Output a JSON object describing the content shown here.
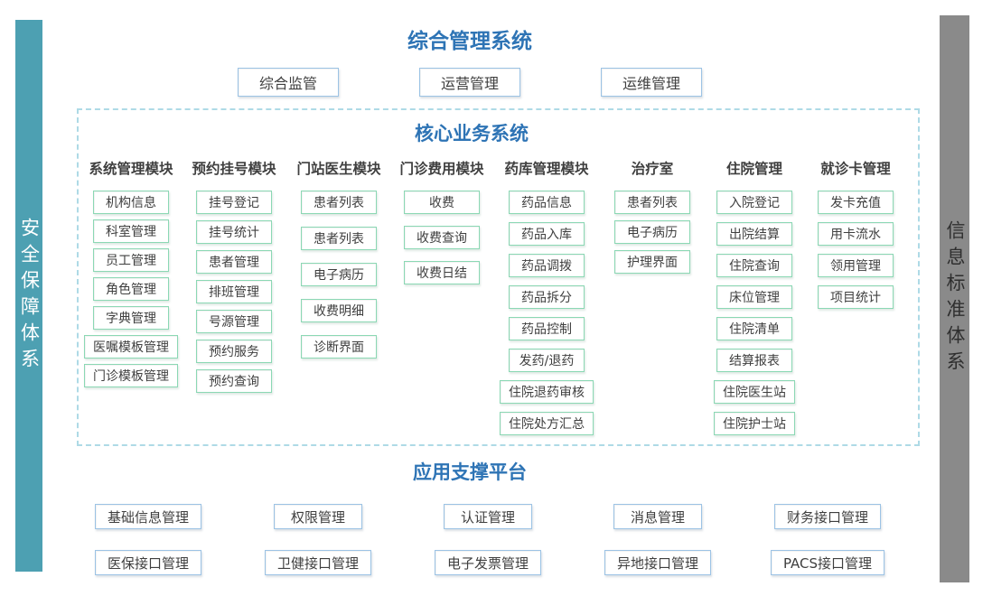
{
  "title": "综合管理系统",
  "left_bar": {
    "label": "安全保障体系"
  },
  "right_bar": {
    "label": "信息标准体系"
  },
  "top_modules": [
    "综合监管",
    "运营管理",
    "运维管理"
  ],
  "core": {
    "title": "核心业务系统",
    "columns": [
      {
        "header": "系统管理模块",
        "items": [
          "机构信息",
          "科室管理",
          "员工管理",
          "角色管理",
          "字典管理",
          "医嘱模板管理",
          "门诊模板管理"
        ]
      },
      {
        "header": "预约挂号模块",
        "items": [
          "挂号登记",
          "挂号统计",
          "患者管理",
          "排班管理",
          "号源管理",
          "预约服务",
          "预约查询"
        ]
      },
      {
        "header": "门站医生模块",
        "items": [
          "患者列表",
          "患者列表",
          "电子病历",
          "收费明细",
          "诊断界面"
        ]
      },
      {
        "header": "门诊费用模块",
        "items": [
          "收费",
          "收费查询",
          "收费日结"
        ]
      },
      {
        "header": "药库管理模块",
        "items": [
          "药品信息",
          "药品入库",
          "药品调拨",
          "药品拆分",
          "药品控制",
          "发药/退药",
          "住院退药审核",
          "住院处方汇总"
        ]
      },
      {
        "header": "治疗室",
        "items": [
          "患者列表",
          "电子病历",
          "护理界面"
        ]
      },
      {
        "header": "住院管理",
        "items": [
          "入院登记",
          "出院结算",
          "住院查询",
          "床位管理",
          "住院清单",
          "结算报表",
          "住院医生站",
          "住院护士站"
        ]
      },
      {
        "header": "就诊卡管理",
        "items": [
          "发卡充值",
          "用卡流水",
          "领用管理",
          "项目统计"
        ]
      }
    ]
  },
  "support": {
    "title": "应用支撑平台",
    "rows": [
      [
        "基础信息管理",
        "权限管理",
        "认证管理",
        "消息管理",
        "财务接口管理"
      ],
      [
        "医保接口管理",
        "卫健接口管理",
        "电子发票管理",
        "异地接口管理",
        "PACS接口管理"
      ]
    ]
  },
  "colors": {
    "accent_blue": "#2e74b5",
    "teal_bar": "#4da0b2",
    "gray_bar": "#8a8a8a",
    "box_border_blue": "#9cc3e5",
    "box_border_green": "#8bd8b4",
    "dashed_border": "#aedae6",
    "box_text": "#3f3f3f"
  }
}
